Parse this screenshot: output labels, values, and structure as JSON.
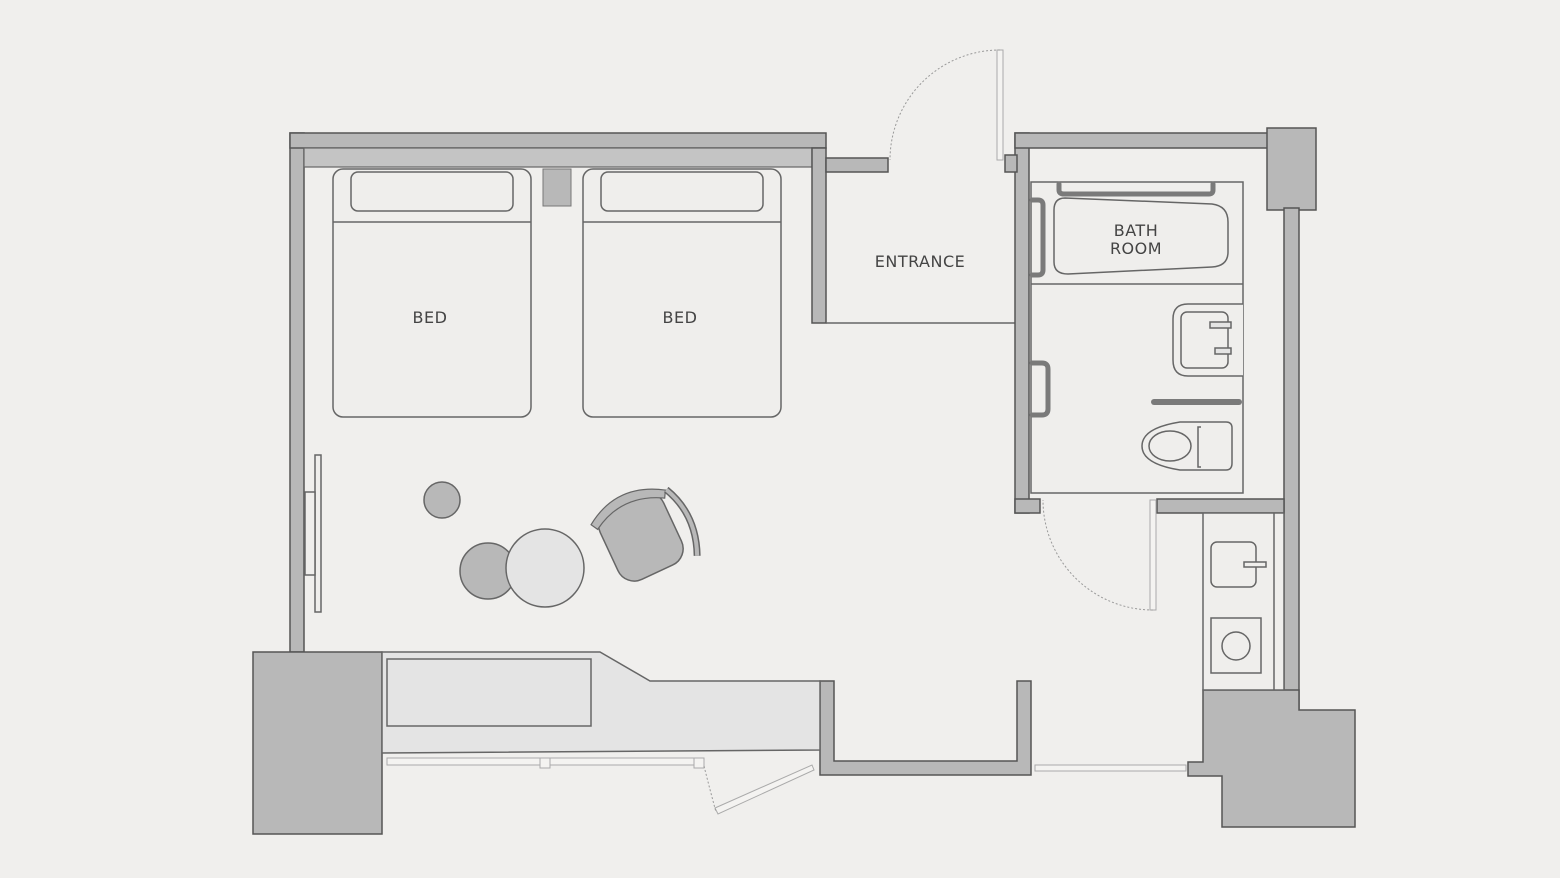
{
  "title": "Twin room floor plan",
  "labels": {
    "bed_1": "BED",
    "bed_2": "BED",
    "entrance": "ENTRANCE",
    "bathroom_line1": "BATH",
    "bathroom_line2": "ROOM"
  },
  "colors": {
    "background": "#f0efed",
    "wall": "#b8b8b8",
    "outline": "#555555",
    "furniture": "#e4e4e4"
  }
}
